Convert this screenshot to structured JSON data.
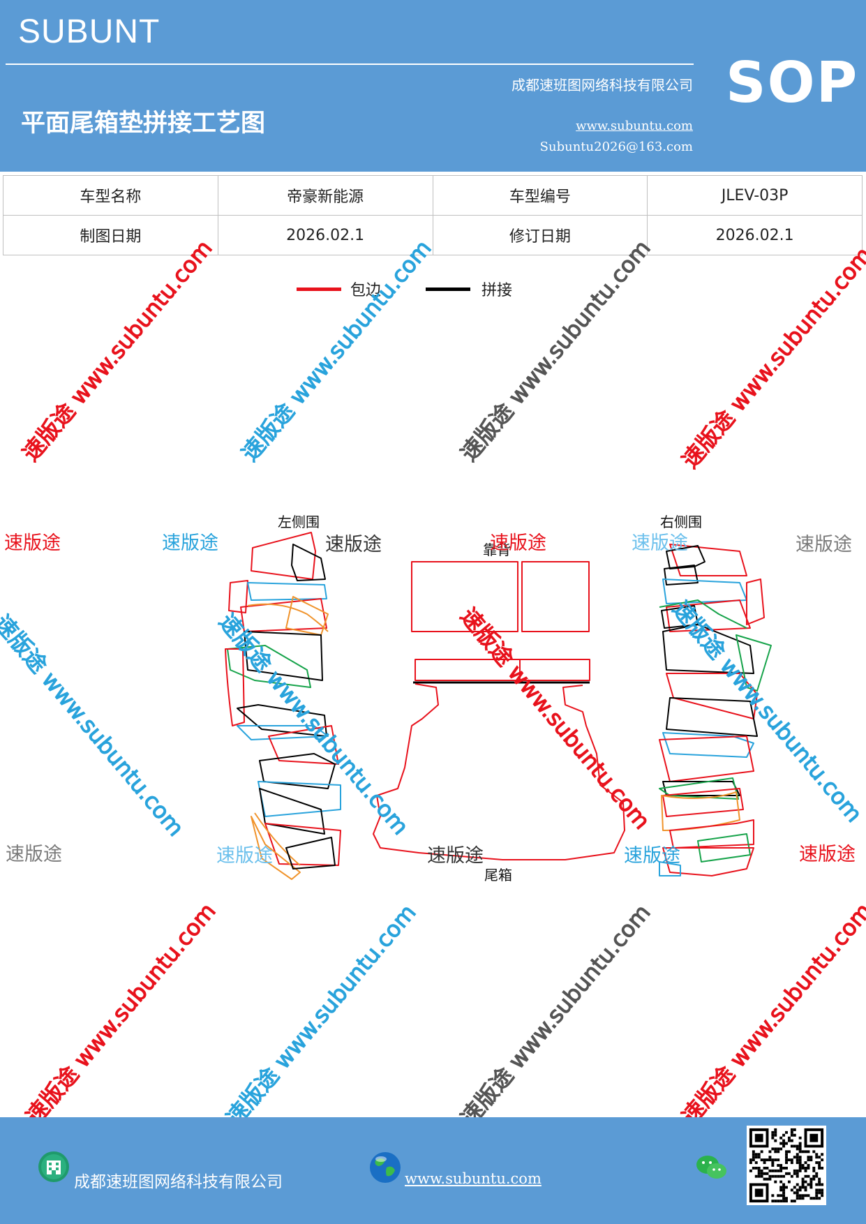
{
  "header": {
    "brand": "SUBUNT",
    "doc_type": "SOP",
    "company": "成都速班图网络科技有限公司",
    "title": "平面尾箱垫拼接工艺图",
    "website": "www.subuntu.com",
    "email": "Subuntu2026@163.com"
  },
  "info_table": {
    "row1": {
      "label1": "车型名称",
      "value1": "帝豪新能源",
      "label2": "车型编号",
      "value2": "JLEV-03P"
    },
    "row2": {
      "label1": "制图日期",
      "value1": "2026.02.1",
      "label2": "修订日期",
      "value2": "2026.02.1"
    }
  },
  "legend": {
    "edge": {
      "label": "包边",
      "color": "#e8121c"
    },
    "joint": {
      "label": "拼接",
      "color": "#000000"
    }
  },
  "parts": {
    "left": "左侧围",
    "right": "右侧围",
    "back": "靠背",
    "trunk": "尾箱"
  },
  "watermark": {
    "word": "速版途",
    "diag": "速版途 www.subuntu.com",
    "colors": {
      "red": "#e8121c",
      "blue": "#29a3dc",
      "gray": "#7a7a7a",
      "dark": "#333333"
    }
  },
  "footer": {
    "company": "成都速班图网络科技有限公司",
    "website": "www.subuntu.com",
    "icons": [
      "building-icon",
      "globe-icon",
      "wechat-icon",
      "qr-code"
    ]
  }
}
